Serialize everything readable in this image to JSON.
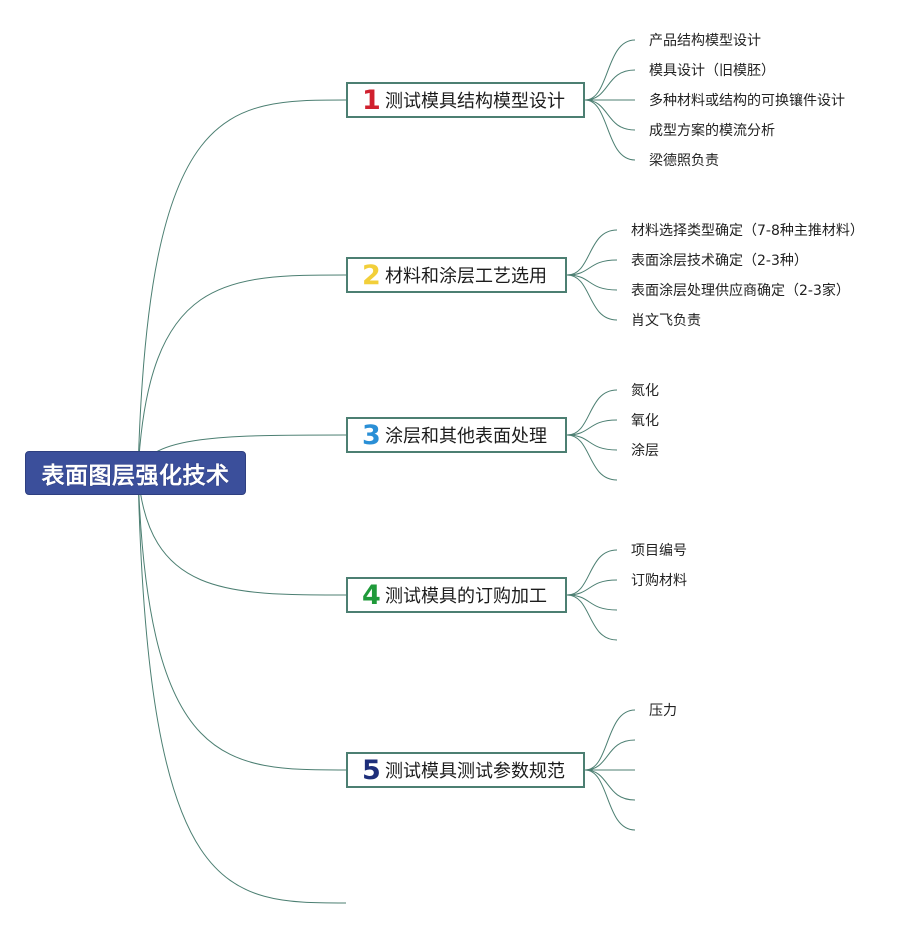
{
  "root": {
    "label": "表面图层强化技术"
  },
  "branches": [
    {
      "number": "1",
      "number_color": "#d0202e",
      "label": "测试模具结构模型设计",
      "leaves": [
        "产品结构模型设计",
        "模具设计（旧模胚）",
        "多种材料或结构的可换镶件设计",
        "成型方案的模流分析",
        "梁德照负责"
      ]
    },
    {
      "number": "2",
      "number_color": "#f2cf3a",
      "label": "材料和涂层工艺选用",
      "leaves": [
        "材料选择类型确定（7-8种主推材料）",
        "表面涂层技术确定（2-3种）",
        "表面涂层处理供应商确定（2-3家）",
        "肖文飞负责"
      ]
    },
    {
      "number": "3",
      "number_color": "#2a8fd6",
      "label": "涂层和其他表面处理",
      "leaves": [
        "氮化",
        "氧化",
        "涂层",
        ""
      ]
    },
    {
      "number": "4",
      "number_color": "#1f9a3a",
      "label": "测试模具的订购加工",
      "leaves": [
        "项目编号",
        "订购材料",
        "",
        ""
      ]
    },
    {
      "number": "5",
      "number_color": "#1d2e7a",
      "label": "测试模具测试参数规范",
      "leaves": [
        "压力",
        "",
        "",
        "",
        ""
      ]
    }
  ],
  "colors": {
    "root_bg": "#3b4f9b",
    "connector": "#4c7f72",
    "branch_border": "#4c7f72"
  }
}
